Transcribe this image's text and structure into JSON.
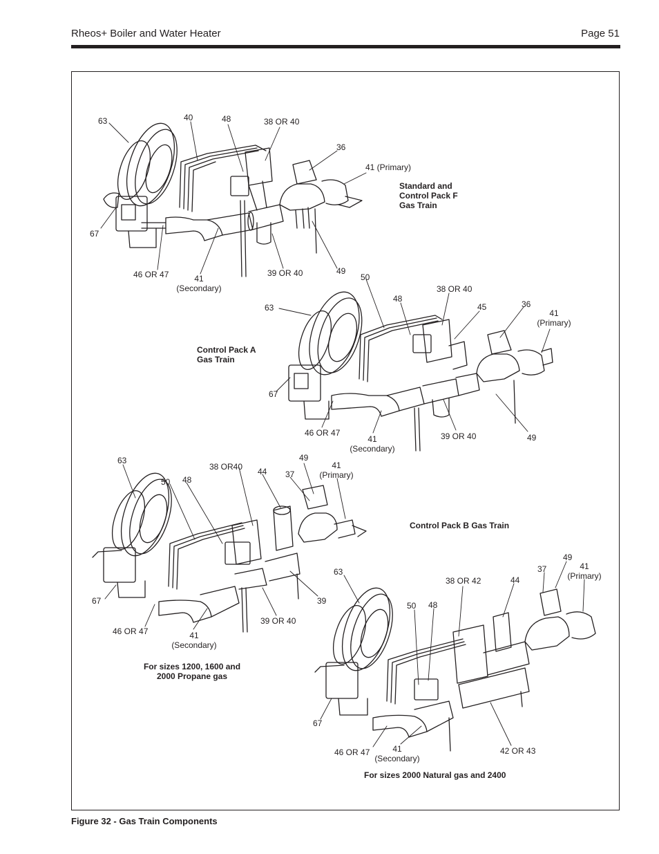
{
  "header": {
    "title": "Rheos+ Boiler and Water Heater",
    "page": "Page 51"
  },
  "caption": "Figure 32 - Gas Train Components",
  "trains": {
    "f": {
      "title": "Standard and\nControl Pack F\nGas Train",
      "labels": {
        "l63": "63",
        "l40": "40",
        "l48": "48",
        "l3840": "38 OR 40",
        "l36": "36",
        "l41p": "41 (Primary)",
        "l67": "67",
        "l4647": "46 OR 47",
        "l41s": "41\n(Secondary)",
        "l3940": "39 OR 40",
        "l49": "49"
      }
    },
    "a": {
      "title": "Control Pack A\nGas Train",
      "labels": {
        "l50": "50",
        "l3840": "38 OR 40",
        "l48": "48",
        "l45": "45",
        "l36": "36",
        "l41p": "41\n(Primary)",
        "l63": "63",
        "l67": "67",
        "l4647": "46 OR 47",
        "l41s": "41\n(Secondary)",
        "l3940": "39 OR 40",
        "l49": "49"
      }
    },
    "b": {
      "title": "Control Pack B Gas Train",
      "labels": {
        "l63": "63",
        "l50": "50",
        "l48": "48",
        "l3840": "38 OR40",
        "l44": "44",
        "l37": "37",
        "l49": "49",
        "l41p": "41\n(Primary)",
        "l67": "67",
        "l4647": "46 OR 47",
        "l41s": "41\n(Secondary)",
        "l3940": "39 OR 40",
        "l39": "39"
      },
      "note": "For sizes 1200, 1600 and\n2000 Propane gas"
    },
    "n": {
      "title": "For sizes 2000 Natural gas and 2400",
      "labels": {
        "l63": "63",
        "l49": "49",
        "l41p": "41\n(Primary)",
        "l37": "37",
        "l3842": "38 OR 42",
        "l44": "44",
        "l50": "50",
        "l48": "48",
        "l67": "67",
        "l4647": "46 OR 47",
        "l41s": "41\n(Secondary)",
        "l4243": "42 OR 43"
      }
    }
  }
}
